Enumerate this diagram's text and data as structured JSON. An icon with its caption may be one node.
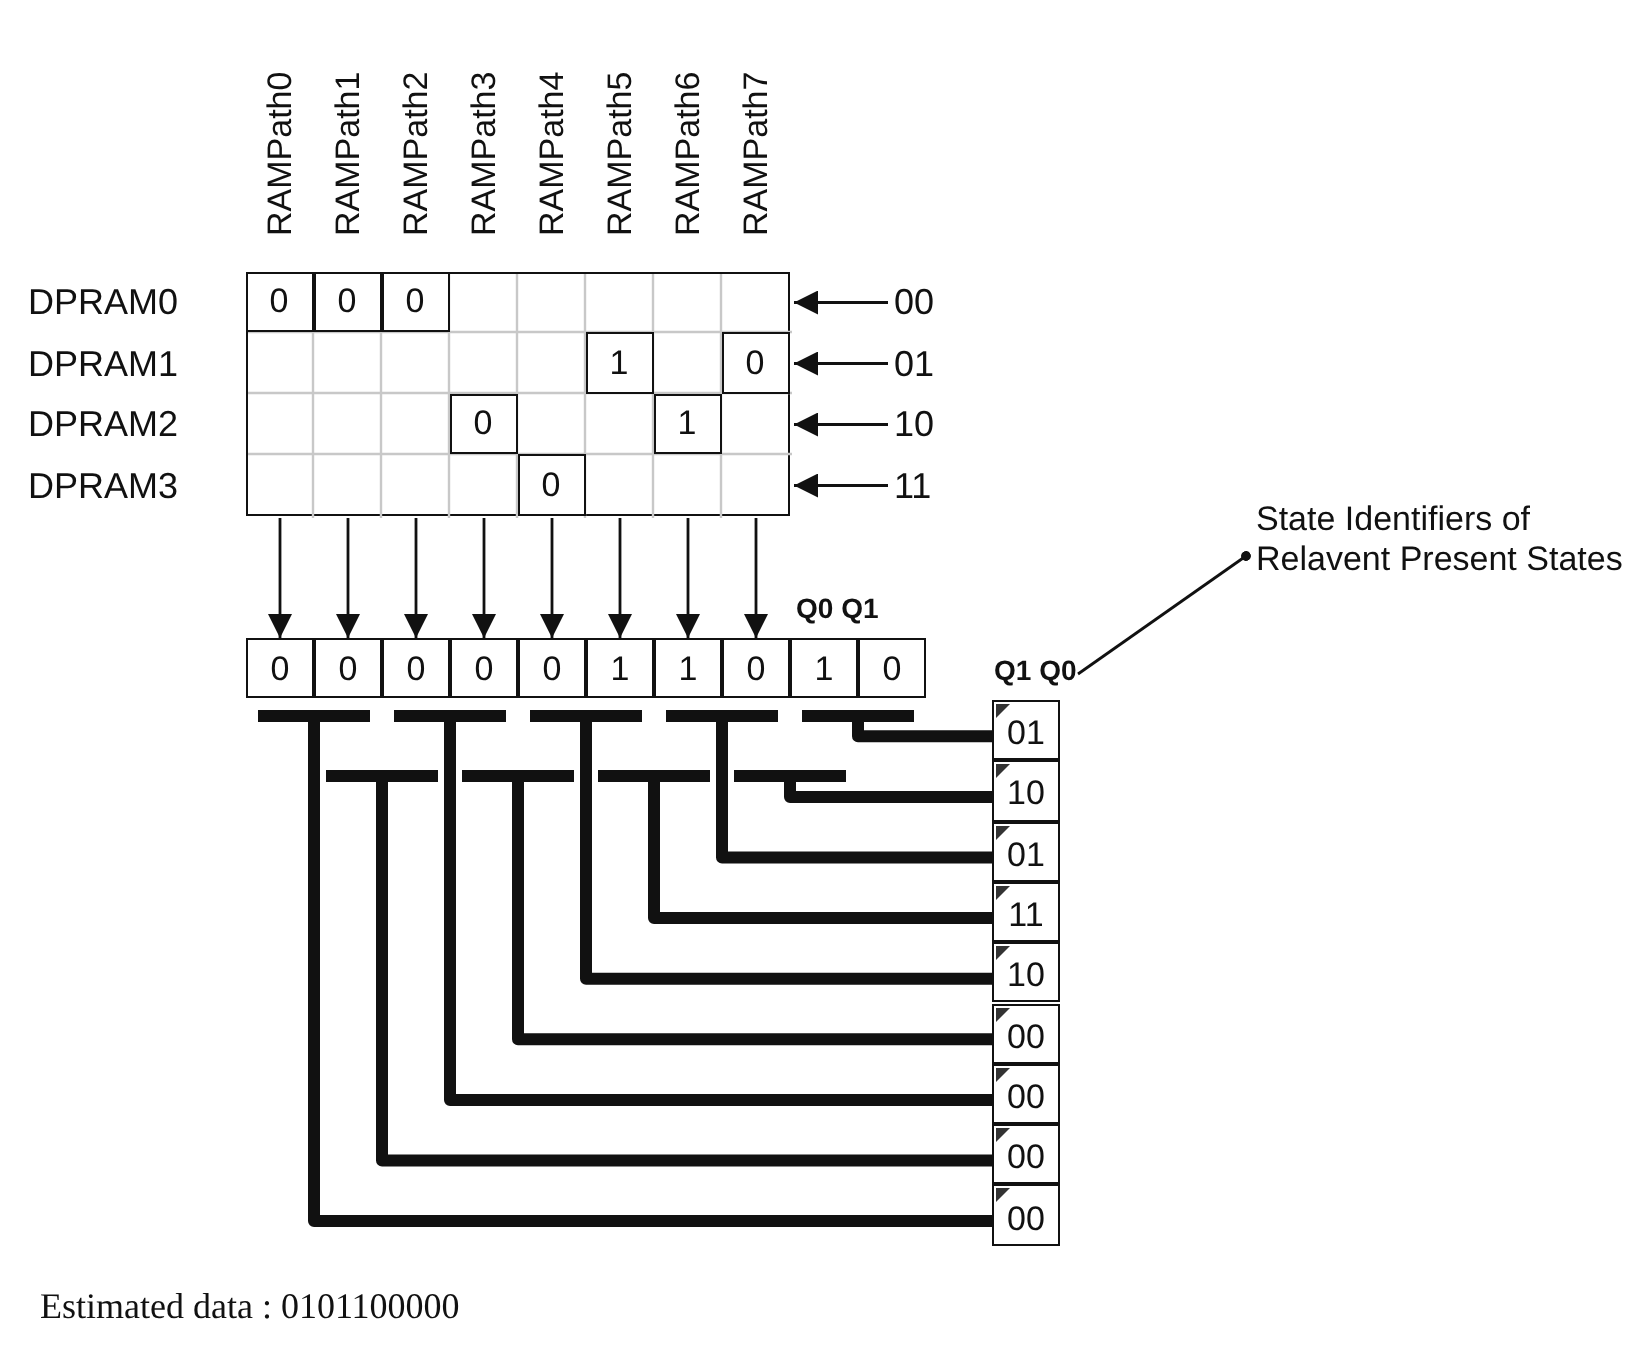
{
  "diagram": {
    "nodes": [
      {
        "text": [],
        "shape": "box"
      },
      {
        "text": [
          "0"
        ],
        "in": 0
      },
      {
        "text": [
          "0"
        ],
        "in": 0
      },
      {
        "text": [
          "0"
        ],
        "in": 0
      },
      {
        "text": [
          "1"
        ],
        "in": 0
      },
      {
        "text": [
          "0"
        ],
        "in": 0
      },
      {
        "text": [
          "0"
        ],
        "in": 0
      },
      {
        "text": [
          "1"
        ],
        "in": 0
      },
      {
        "text": [
          "0"
        ],
        "in": 0
      },
      {
        "text": [
          "00"
        ]
      },
      {
        "text": [
          "01"
        ]
      },
      {
        "text": [
          "10"
        ]
      },
      {
        "text": [
          "11"
        ]
      },
      {
        "text": [
          "0"
        ]
      },
      {
        "text": [
          "0"
        ]
      },
      {
        "text": [
          "0"
        ]
      },
      {
        "text": [
          "0"
        ]
      },
      {
        "text": [
          "0"
        ]
      },
      {
        "text": [
          "1"
        ]
      },
      {
        "text": [
          "1"
        ]
      },
      {
        "text": [
          "0"
        ]
      },
      {
        "text": [
          "1"
        ]
      },
      {
        "text": [
          "0"
        ]
      },
      {
        "text": [
          "01"
        ]
      },
      {
        "text": [
          "10"
        ]
      },
      {
        "text": [
          "01"
        ]
      },
      {
        "text": [
          "11"
        ]
      },
      {
        "text": [
          "10"
        ]
      },
      {
        "text": [
          "00"
        ]
      },
      {
        "text": [
          "00"
        ]
      },
      {
        "text": [
          "00"
        ]
      },
      {
        "text": [
          "00"
        ]
      },
      {
        "text": [
          "State Identifiers of Relavent Present States"
        ]
      },
      {
        "text": [
          "Q1 Q0"
        ]
      },
      {
        "text": [],
        "shape": "bar"
      },
      {
        "text": [],
        "shape": "bar"
      },
      {
        "text": [],
        "shape": "bar"
      },
      {
        "text": [],
        "shape": "bar"
      },
      {
        "text": [],
        "shape": "bar"
      },
      {
        "text": [],
        "shape": "bar"
      },
      {
        "text": [],
        "shape": "bar"
      },
      {
        "text": [],
        "shape": "bar"
      },
      {
        "text": [],
        "shape": "bar"
      }
    ],
    "edges": [
      {
        "from": 9,
        "to": 0,
        "arrow": "to"
      },
      {
        "from": 10,
        "to": 0,
        "arrow": "to"
      },
      {
        "from": 11,
        "to": 0,
        "arrow": "to"
      },
      {
        "from": 12,
        "to": 0,
        "arrow": "to"
      },
      {
        "from": 0,
        "to": 13,
        "arrow": "to"
      },
      {
        "from": 0,
        "to": 14,
        "arrow": "to"
      },
      {
        "from": 0,
        "to": 15,
        "arrow": "to"
      },
      {
        "from": 0,
        "to": 16,
        "arrow": "to"
      },
      {
        "from": 0,
        "to": 17,
        "arrow": "to"
      },
      {
        "from": 0,
        "to": 18,
        "arrow": "to"
      },
      {
        "from": 0,
        "to": 19,
        "arrow": "to"
      },
      {
        "from": 0,
        "to": 20,
        "arrow": "to"
      },
      {
        "from": 38,
        "to": 23,
        "arrow": "none",
        "style": "thick"
      },
      {
        "from": 42,
        "to": 24,
        "arrow": "none",
        "style": "thick"
      },
      {
        "from": 37,
        "to": 25,
        "arrow": "none",
        "style": "thick"
      },
      {
        "from": 41,
        "to": 26,
        "arrow": "none",
        "style": "thick"
      },
      {
        "from": 36,
        "to": 27,
        "arrow": "none",
        "style": "thick"
      },
      {
        "from": 40,
        "to": 28,
        "arrow": "none",
        "style": "thick"
      },
      {
        "from": 35,
        "to": 29,
        "arrow": "none",
        "style": "thick"
      },
      {
        "from": 39,
        "to": 30,
        "arrow": "none",
        "style": "thick"
      },
      {
        "from": 34,
        "to": 31,
        "arrow": "none",
        "style": "thick"
      },
      {
        "from": 32,
        "to": 33,
        "arrow": "other"
      }
    ],
    "labels": [
      "RAMPath0",
      "RAMPath1",
      "RAMPath2",
      "RAMPath3",
      "RAMPath4",
      "RAMPath5",
      "RAMPath6",
      "RAMPath7",
      "DPRAM0",
      "DPRAM1",
      "DPRAM2",
      "DPRAM3",
      "Q0 Q1",
      "Estimated data : 0101100000"
    ]
  }
}
